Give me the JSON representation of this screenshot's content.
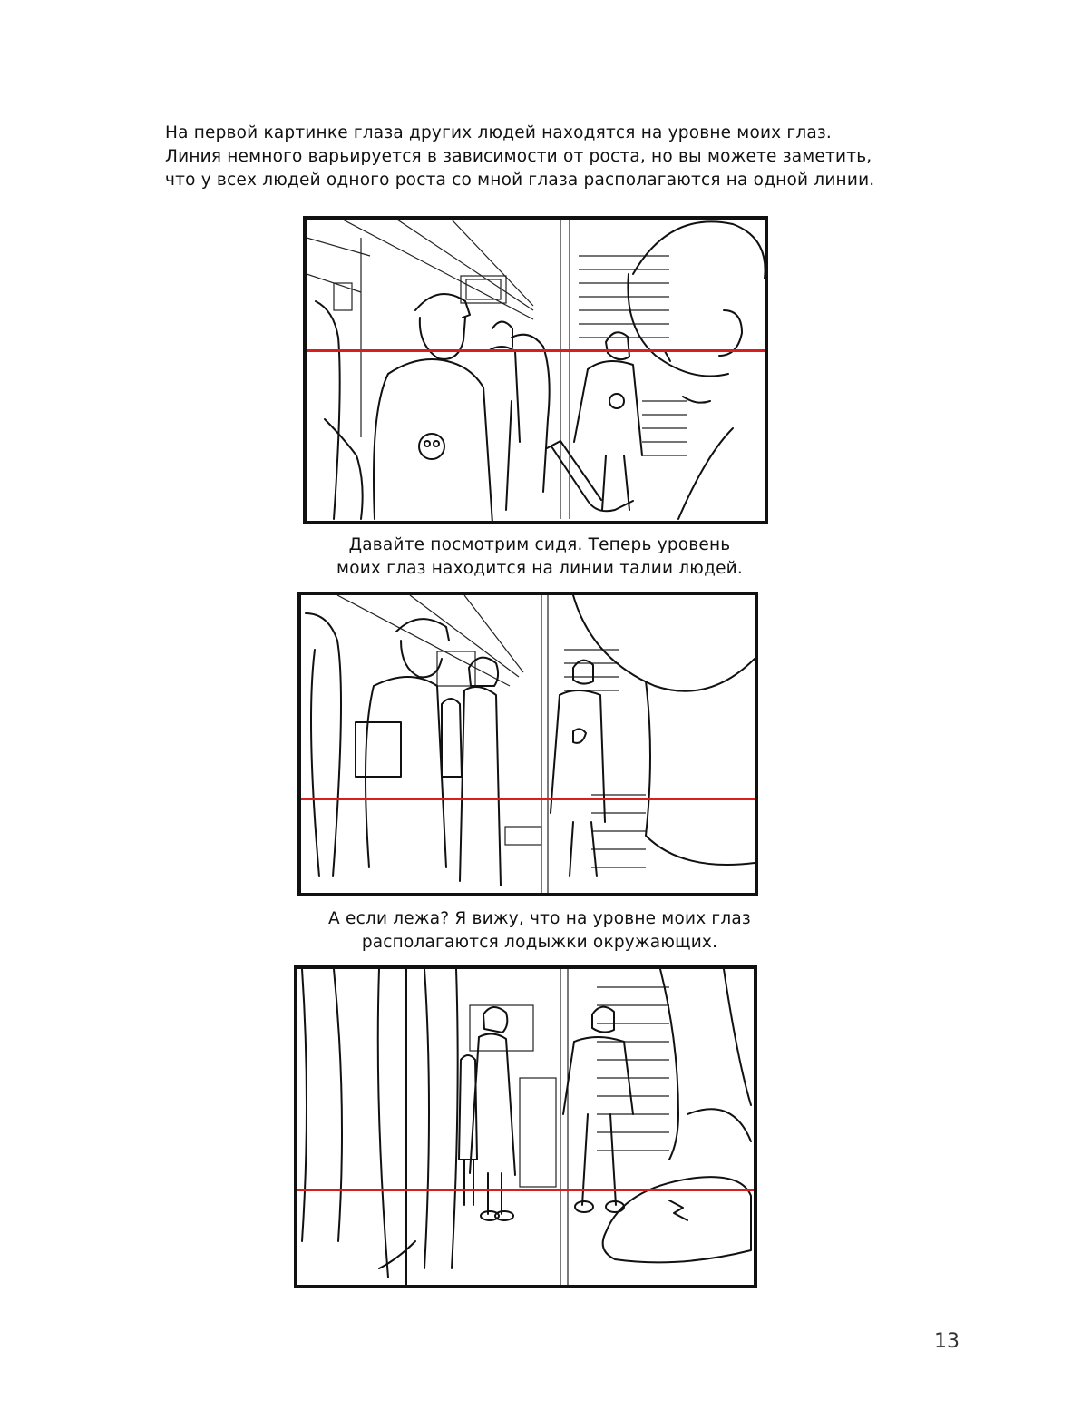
{
  "intro": {
    "line1": "На первой картинке глаза других людей находятся на уровне моих глаз.",
    "line2": "Линия немного варьируется в зависимости от роста, но вы можете заметить,",
    "line3": "что у всех людей одного роста со мной глаза располагаются на одной линии."
  },
  "caption1": {
    "line1": "Давайте посмотрим сидя. Теперь уровень",
    "line2": "моих глаз находится на линии талии людей."
  },
  "caption2": {
    "line1": "А если лежа? Я вижу, что на уровне моих глаз",
    "line2": "располагаются лодыжки окружающих."
  },
  "panels": [
    {
      "name": "standing-view-panel",
      "eye_level": "eyes"
    },
    {
      "name": "sitting-view-panel",
      "eye_level": "waist"
    },
    {
      "name": "lying-view-panel",
      "eye_level": "ankles"
    }
  ],
  "colors": {
    "eye_line": "#d91e1e",
    "ink": "#111111"
  },
  "page_number": "13"
}
